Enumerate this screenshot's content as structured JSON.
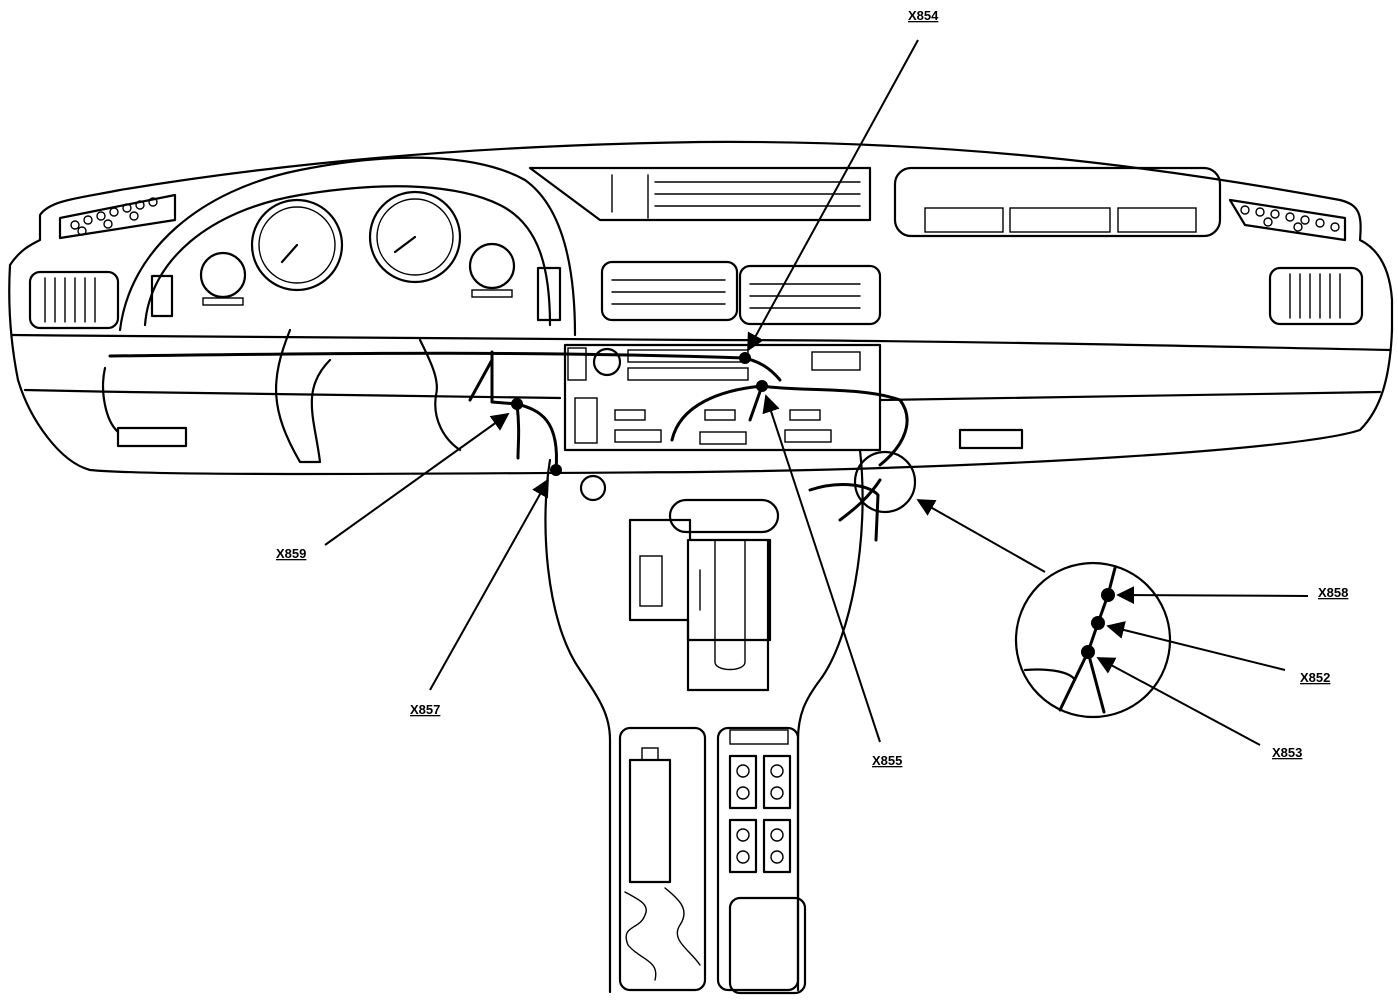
{
  "callouts": {
    "x854": "X854",
    "x859": "X859",
    "x857": "X857",
    "x855": "X855",
    "x858": "X858",
    "x852": "X852",
    "x853": "X853"
  },
  "colors": {
    "line": "#000000",
    "background": "#ffffff"
  }
}
